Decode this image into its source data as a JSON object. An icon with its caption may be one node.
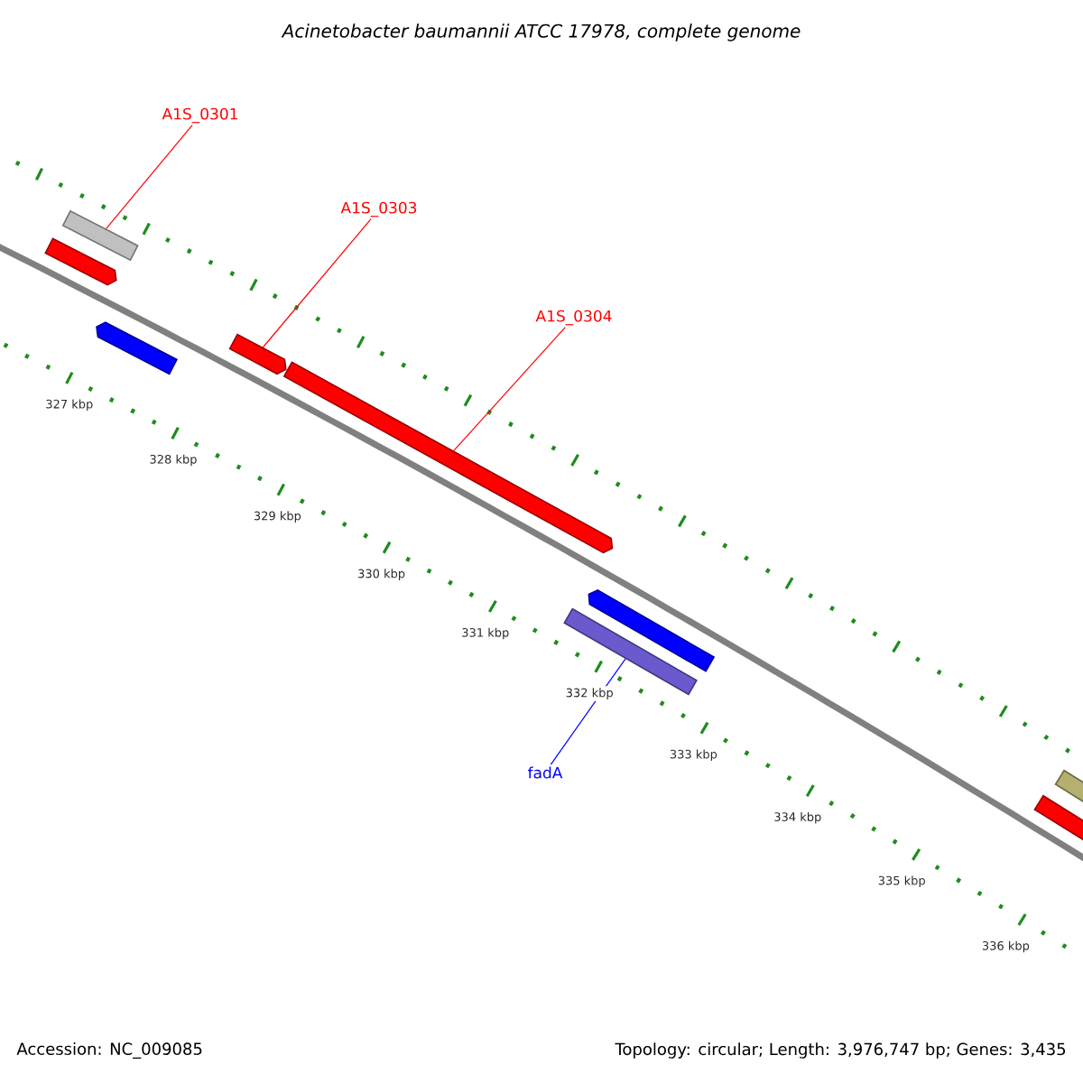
{
  "diagram": {
    "title": "Acinetobacter baumannii ATCC 17978, complete genome",
    "nodes": [
      {
        "text": [
          "A1S_0301"
        ]
      },
      {
        "text": [],
        "shape": "bar"
      },
      {
        "text": [
          "A1S_0303"
        ]
      },
      {
        "text": [],
        "shape": "bar"
      },
      {
        "text": [
          "A1S_0304"
        ]
      },
      {
        "text": [],
        "shape": "bar"
      },
      {
        "text": [
          "fadA"
        ]
      },
      {
        "text": [],
        "shape": "bar"
      }
    ],
    "edges": [
      {
        "from": 0,
        "to": 1,
        "arrow": "none"
      },
      {
        "from": 2,
        "to": 3,
        "arrow": "none"
      },
      {
        "from": 4,
        "to": 5,
        "arrow": "none"
      },
      {
        "from": 6,
        "to": 7,
        "arrow": "none",
        "color": "#0000ff"
      }
    ],
    "labels": [
      "327 kbp",
      "328 kbp",
      "329 kbp",
      "330 kbp",
      "331 kbp",
      "332 kbp",
      "333 kbp",
      "334 kbp",
      "335 kbp",
      "336 kbp",
      "Accession: NC_009085",
      "Topology: circular; Length: 3,976,747 bp; Genes: 3,435"
    ]
  }
}
